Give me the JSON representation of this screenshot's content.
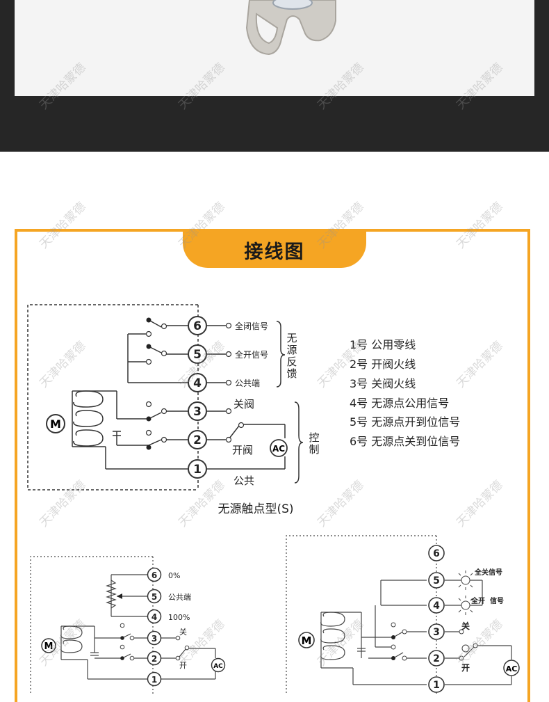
{
  "section": {
    "title": "接线图"
  },
  "watermark": "天津哈蒙德",
  "diagram_s": {
    "caption": "无源触点型(S)",
    "motor": "M",
    "terminals": [
      "6",
      "5",
      "4",
      "3",
      "2",
      "1"
    ],
    "labels": {
      "t6": "全闭信号",
      "t5": "全开信号",
      "t4": "公共端",
      "close": "关阀",
      "open": "开阀",
      "common": "公共",
      "ac": "AC",
      "feedback": [
        "无",
        "源",
        "反",
        "馈"
      ],
      "control": [
        "控",
        "制"
      ]
    }
  },
  "legend": [
    "1号  公用零线",
    "2号  开阀火线",
    "3号  关阀火线",
    "4号  无源点公用信号",
    "5号  无源点开到位信号",
    "6号  无源点关到位信号"
  ],
  "diagram_pot": {
    "motor": "M",
    "terminals": [
      "6",
      "5",
      "4",
      "3",
      "2",
      "1"
    ],
    "labels": {
      "t6": "0%",
      "t5": "公共端",
      "t4": "100%",
      "close": "关",
      "open": "开",
      "ac": "AC"
    }
  },
  "diagram_lamp": {
    "motor": "M",
    "terminals": [
      "6",
      "5",
      "4",
      "3",
      "2",
      "1"
    ],
    "labels": {
      "close_signal": "全关信号",
      "open_signal_a": "全开",
      "open_signal_b": "信号",
      "close": "关",
      "open": "开",
      "ac": "AC"
    }
  }
}
